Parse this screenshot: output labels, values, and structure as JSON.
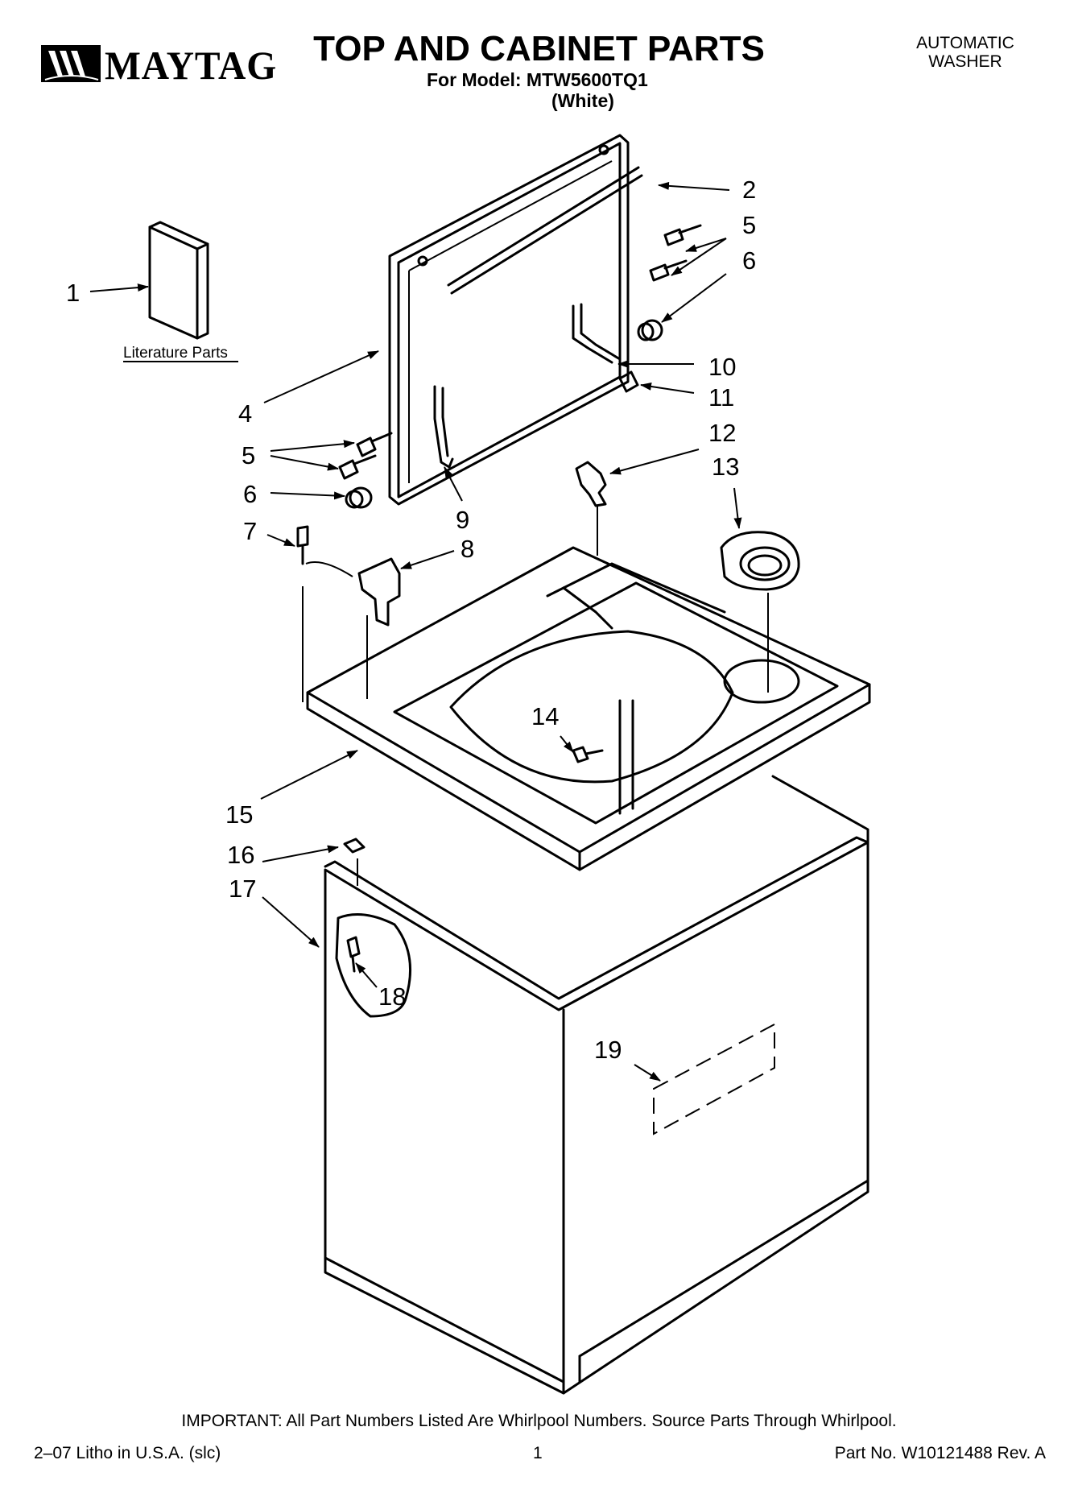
{
  "header": {
    "brand": "MAYTAG",
    "title": "TOP AND CABINET PARTS",
    "model_line": "For Model: MTW5600TQ1",
    "color_line": "(White)",
    "product_type_line1": "AUTOMATIC",
    "product_type_line2": "WASHER"
  },
  "diagram": {
    "literature_label": "Literature Parts",
    "callouts": [
      "1",
      "2",
      "4",
      "5",
      "5",
      "6",
      "6",
      "7",
      "8",
      "9",
      "10",
      "11",
      "12",
      "13",
      "14",
      "15",
      "16",
      "17",
      "18",
      "19"
    ]
  },
  "footer": {
    "important": "IMPORTANT: All Part Numbers Listed Are Whirlpool Numbers. Source Parts Through Whirlpool.",
    "litho": "2–07 Litho in U.S.A. (slc)",
    "page": "1",
    "part_no": "Part No. W10121488 Rev. A"
  }
}
